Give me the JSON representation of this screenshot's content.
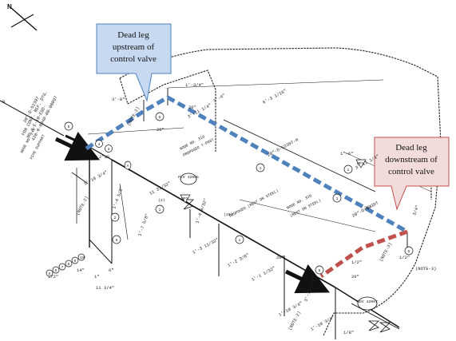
{
  "compass": {
    "label": "N"
  },
  "callouts": {
    "upstream": {
      "lines": [
        "Dead leg",
        "upstream of",
        "control valve"
      ],
      "fill": "#c6d9f1",
      "border": "#4f81bd"
    },
    "downstream": {
      "lines": [
        "Dead leg",
        "downstream of",
        "control valve"
      ],
      "fill": "#f2dcdb",
      "border": "#c0504d"
    }
  },
  "dead_leg_colors": {
    "upstream": "#4f81bd",
    "downstream": "#c0504d"
  },
  "drawing": {
    "dims": [
      "3'-8\"",
      "1'-3/4\"",
      "3'-11 1/4\"",
      "1'-4\"",
      "6'-3 1/16\"",
      "1'-6\"",
      "3'-11 1/4\"",
      "1'-10 3/4\"",
      "1'-4 5/8\"",
      "1'-7 5/8\"",
      "11 31/32\"",
      "1'-4 9/32\"",
      "1'-2 3/8\"",
      "1'-1 1/32\"",
      "1'-3 11/32\"",
      "3'-11 1/4\"",
      "1'-10 3/4\"",
      "1'-10 3/4\"",
      "11 3/4\"",
      "1/8\"",
      "3/4\""
    ],
    "notes": [
      "(NOTE-2)",
      "(NOTE-2)",
      "(NOTE-2)",
      "(NOTE-3)",
      "(NOTE-3)"
    ],
    "node_labels": [
      "NODE NO. 310",
      "NODE NO. 320",
      "NODE NO. 240",
      "PIPE SUPPORT"
    ],
    "support_labels": [
      "PROPOSED T-POST",
      "(REST ON STEEL)",
      "PROPOSED (REST ON STEEL)"
    ],
    "valves": [
      "PCV 42005",
      "SDV 42007"
    ],
    "line_numbers": [
      "20\"-D-52397",
      "20\"-D-52397-H",
      "20\"-D-52397"
    ],
    "tags": [
      "2\"NS",
      "20\"",
      "20\"",
      "20\"",
      "20\"",
      "14\"",
      "1\"",
      "20\"",
      "6\"",
      "1/2\"",
      "1/2\"",
      "1/2\""
    ],
    "side_text": [
      "FOR CONT. REF. DTG.",
      "NO 4-E-10-ESD-",
      "420-0-0040-00-00097"
    ],
    "ref_letters": [
      "B",
      "A",
      "WP1",
      "WP2",
      "(20)",
      "(2)"
    ],
    "circle_numbers": [
      "5",
      "5",
      "5",
      "5",
      "1",
      "1",
      "1",
      "1",
      "1",
      "2",
      "6",
      "4",
      "3",
      "5",
      "6",
      "7",
      "8",
      "9",
      "10"
    ]
  }
}
